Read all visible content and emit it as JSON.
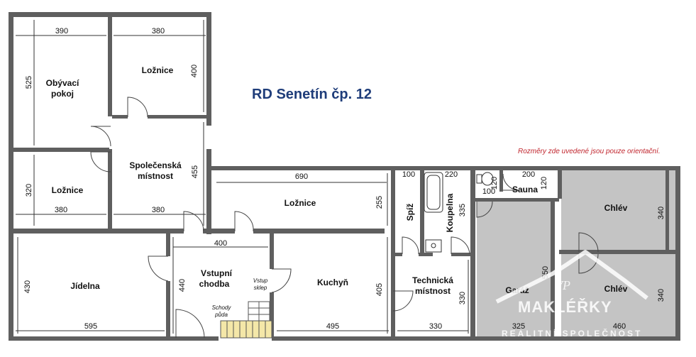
{
  "title": "RD Senetín čp. 12",
  "note": "Rozměry zde uvedené jsou pouze orientační.",
  "rooms": {
    "obyvaci_1": "Obývací",
    "obyvaci_2": "pokoj",
    "loznice_top": "Ložnice",
    "loznice_left": "Ložnice",
    "spolecenska_1": "Společenská",
    "spolecenska_2": "místnost",
    "loznice_mid": "Ložnice",
    "jidelna": "Jídelna",
    "vstupni_1": "Vstupní",
    "vstupni_2": "chodba",
    "kuchyn": "Kuchyň",
    "spiz": "Spíž",
    "koupelna": "Koupelna",
    "technicka_1": "Technická",
    "technicka_2": "místnost",
    "sauna": "Sauna",
    "chlev_top": "Chlév",
    "chlev_bottom": "Chlév",
    "garaz": "Garáž"
  },
  "labels": {
    "vstup_1": "Vstup",
    "vstup_2": "sklep",
    "schody_1": "Schody",
    "schody_2": "půda"
  },
  "dimensions": {
    "d390": "390",
    "d380_top": "380",
    "d525": "525",
    "d400_v": "400",
    "d320": "320",
    "d380_a": "380",
    "d380_b": "380",
    "d455": "455",
    "d690": "690",
    "d255": "255",
    "d100_a": "100",
    "d220": "220",
    "d335": "335",
    "d200": "200",
    "d120": "120",
    "d100_b": "100",
    "d120_c": "120",
    "d340_a": "340",
    "d400_h": "400",
    "d430": "430",
    "d440": "440",
    "d405": "405",
    "d330_v": "330",
    "d550": "550",
    "d340_b": "340",
    "d595": "595",
    "d495": "495",
    "d330_h": "330",
    "d325": "325",
    "d460": "460"
  },
  "watermark": {
    "brand": "MAKLÉŘKY",
    "subtitle": "REALITNÍ SPOLEČNOST",
    "mark": "VP"
  }
}
